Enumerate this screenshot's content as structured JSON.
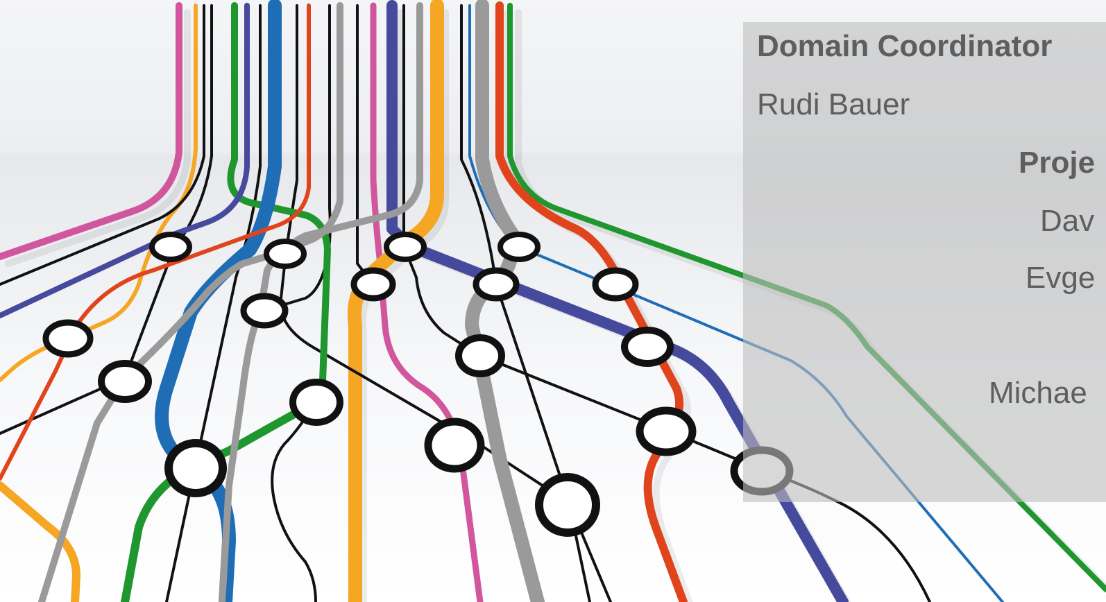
{
  "colors": {
    "pink": "#d2569e",
    "orange": "#f5a623",
    "black": "#111111",
    "green": "#1f962e",
    "purple": "#464a9c",
    "blue": "#1f6db5",
    "red": "#e0441c",
    "gray": "#9a9a9a",
    "panel": "#bebebe",
    "panel_text": "#5e5e5e"
  },
  "panel": {
    "heading": "Domain Coordinator",
    "coordinator": "Rudi Bauer",
    "heading2": "Proje",
    "names": [
      "Dav",
      "Evge",
      "Michae"
    ]
  }
}
